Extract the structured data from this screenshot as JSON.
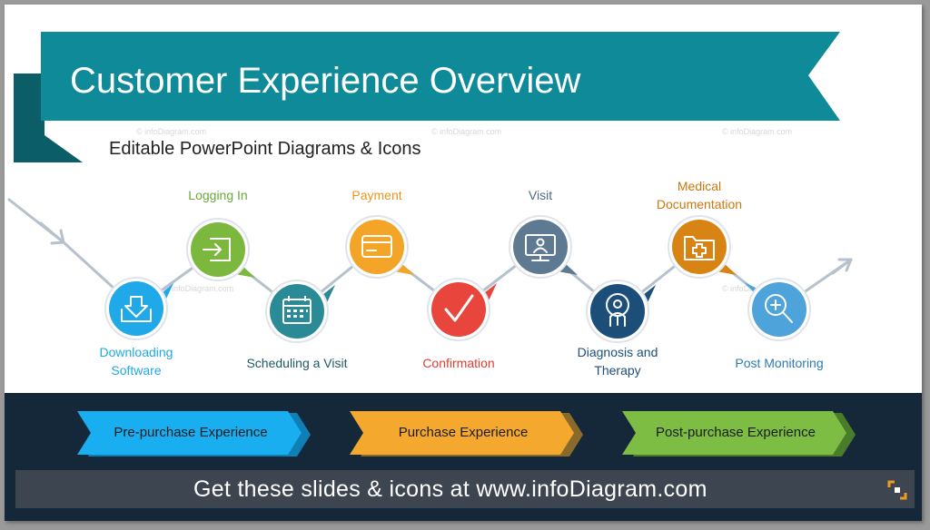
{
  "title": "Customer Experience Overview",
  "subtitle": "Editable PowerPoint Diagrams & Icons",
  "watermark": "© infoDiagram.com",
  "steps": [
    {
      "label": "Downloading\nSoftware",
      "icon": "download-icon",
      "color": "#1fa9e8"
    },
    {
      "label": "Logging In",
      "icon": "login-icon",
      "color": "#7cb83e"
    },
    {
      "label": "Scheduling a Visit",
      "icon": "calendar-icon",
      "color": "#2a8a96"
    },
    {
      "label": "Payment",
      "icon": "credit-card-icon",
      "color": "#f2a526"
    },
    {
      "label": "Confirmation",
      "icon": "checkmark-icon",
      "color": "#e8463c"
    },
    {
      "label": "Visit",
      "icon": "monitor-user-icon",
      "color": "#5e7a92"
    },
    {
      "label": "Diagnosis and\nTherapy",
      "icon": "doctor-icon",
      "color": "#1b4f7a"
    },
    {
      "label": "Medical\nDocumentation",
      "icon": "medical-folder-icon",
      "color": "#d88414"
    },
    {
      "label": "Post Monitoring",
      "icon": "medical-search-icon",
      "color": "#4fa3db"
    }
  ],
  "phases": [
    {
      "label": "Pre-purchase Experience",
      "color": "#19aef0"
    },
    {
      "label": "Purchase Experience",
      "color": "#f4a92e"
    },
    {
      "label": "Post-purchase Experience",
      "color": "#7dbd44"
    }
  ],
  "footer": "Get these slides & icons at www.infoDiagram.com",
  "colors": {
    "banner": "#0e8a98",
    "banner_dark": "#0b5e68",
    "bottom_panel": "#15283a",
    "footer_bar": "#3d4650"
  }
}
